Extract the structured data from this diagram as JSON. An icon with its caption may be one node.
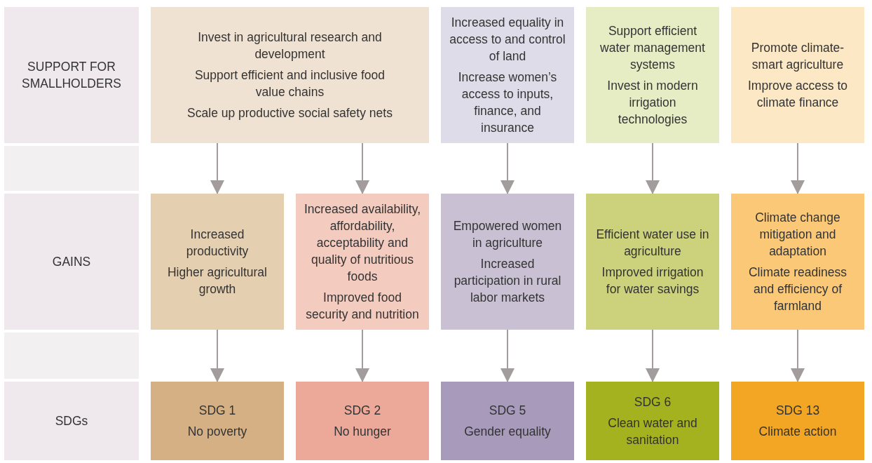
{
  "diagram": {
    "nodes": [
      {
        "text": [
          "SUPPORT FOR SMALLHOLDERS"
        ]
      },
      {
        "text": [
          "Invest in agricultural research and development",
          "Support efficient and inclusive food value chains",
          "Scale up productive social safety nets"
        ]
      },
      {
        "text": [
          "Increased equality in access to and control of land",
          "Increase women’s access to inputs, finance, and insurance"
        ]
      },
      {
        "text": [
          "Support efficient water management systems",
          "Invest in modern irrigation technologies"
        ]
      },
      {
        "text": [
          "Promote climate-smart agriculture",
          "Improve access to climate finance"
        ]
      },
      {
        "text": [],
        "shape": "box"
      },
      {
        "text": [
          "GAINS"
        ]
      },
      {
        "text": [
          "Increased productivity",
          "Higher agricultural growth"
        ]
      },
      {
        "text": [
          "Increased availability, affordability, acceptability and quality of nutritious foods",
          "Improved food security and nutrition"
        ]
      },
      {
        "text": [
          "Empowered women in agriculture",
          "Increased participation in rural labor markets"
        ]
      },
      {
        "text": [
          "Efficient water use in agriculture",
          "Improved irrigation for water savings"
        ]
      },
      {
        "text": [
          "Climate change mitigation and adaptation",
          "Climate readiness and efficiency of farmland"
        ]
      },
      {
        "text": [],
        "shape": "box"
      },
      {
        "text": [
          "SDGs"
        ]
      },
      {
        "text": [
          "SDG 1",
          "No poverty"
        ]
      },
      {
        "text": [
          "SDG 2",
          "No hunger"
        ]
      },
      {
        "text": [
          "SDG 5",
          "Gender equality"
        ]
      },
      {
        "text": [
          "SDG 6",
          "Clean water and sanitation"
        ]
      },
      {
        "text": [
          "SDG 13",
          "Climate action"
        ]
      }
    ],
    "edges": [
      {
        "from": 1,
        "to": 7,
        "arrow": "to"
      },
      {
        "from": 1,
        "to": 8,
        "arrow": "to"
      },
      {
        "from": 2,
        "to": 9,
        "arrow": "to"
      },
      {
        "from": 3,
        "to": 10,
        "arrow": "to"
      },
      {
        "from": 4,
        "to": 11,
        "arrow": "to"
      },
      {
        "from": 7,
        "to": 14,
        "arrow": "to"
      },
      {
        "from": 8,
        "to": 15,
        "arrow": "to"
      },
      {
        "from": 9,
        "to": 16,
        "arrow": "to"
      },
      {
        "from": 10,
        "to": 17,
        "arrow": "to"
      },
      {
        "from": 11,
        "to": 18,
        "arrow": "to"
      }
    ]
  }
}
